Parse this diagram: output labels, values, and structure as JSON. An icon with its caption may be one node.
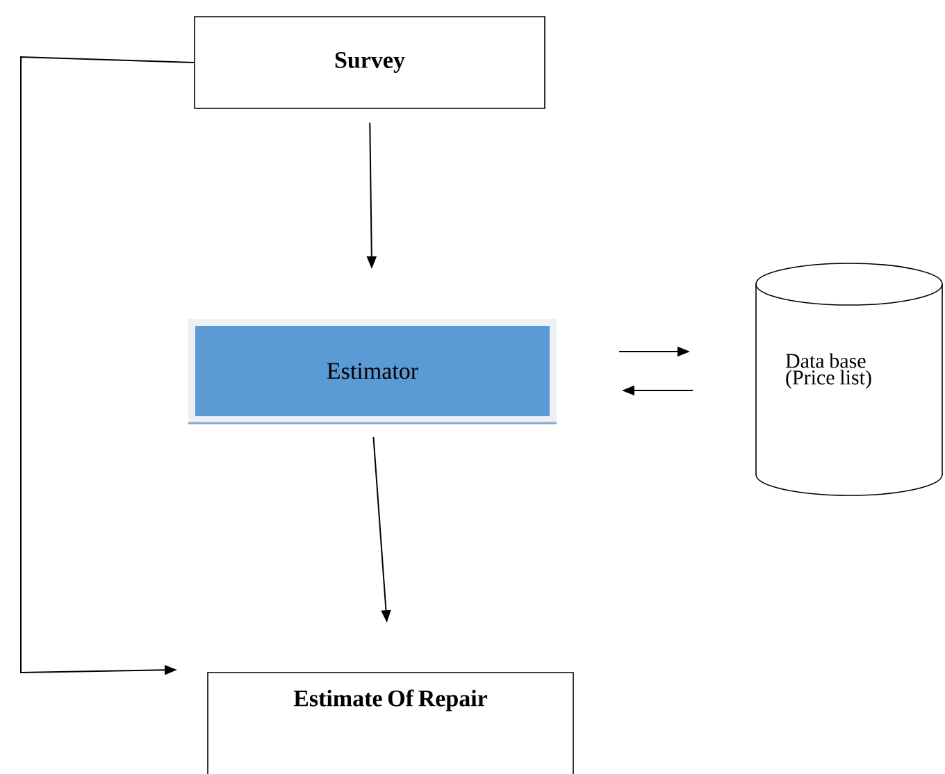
{
  "diagram": {
    "nodes": [
      {
        "text": [
          "Survey"
        ]
      },
      {
        "text": [
          "Estimator"
        ]
      },
      {
        "text": [
          "Data base (Price list)"
        ]
      },
      {
        "text": [
          "Estimate Of Repair"
        ]
      }
    ],
    "edges": [
      {
        "from": 0,
        "to": 1,
        "arrow": "to"
      },
      {
        "from": 1,
        "to": 2,
        "arrow": "to"
      },
      {
        "from": 2,
        "to": 1,
        "arrow": "to"
      },
      {
        "from": 1,
        "to": 3,
        "arrow": "to"
      },
      {
        "from": 0,
        "to": 3,
        "arrow": "to"
      }
    ]
  }
}
